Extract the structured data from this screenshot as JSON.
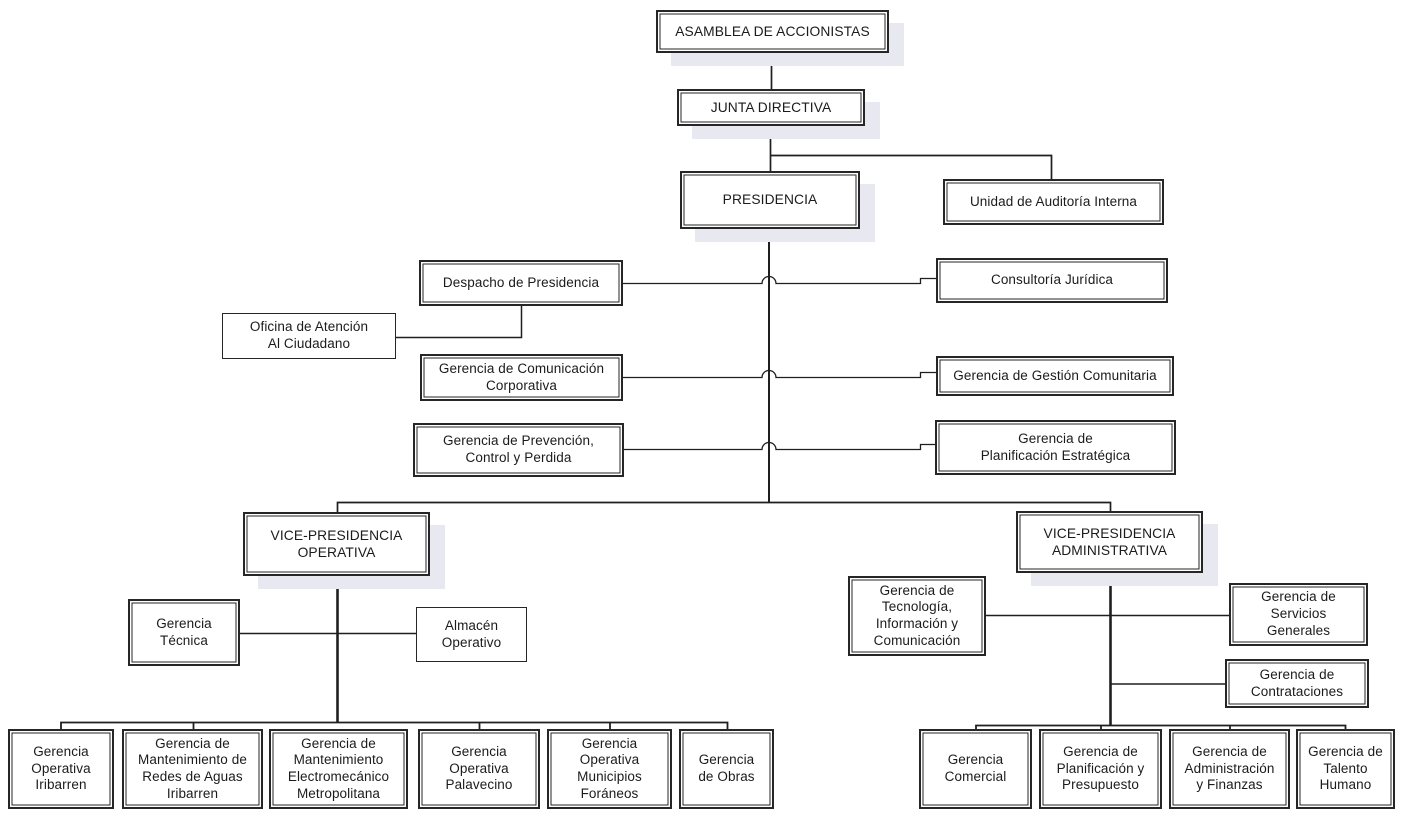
{
  "colors": {
    "background": "#ffffff",
    "box_border": "#262626",
    "text": "#1b1b1b",
    "connector": "#1f1f1f",
    "shadow": "#e8e8f0"
  },
  "org_chart": {
    "nodes": {
      "asamblea": {
        "label": "ASAMBLEA DE ACCIONISTAS"
      },
      "junta": {
        "label": "JUNTA DIRECTIVA"
      },
      "presidencia": {
        "label": "PRESIDENCIA"
      },
      "auditoria": {
        "label": "Unidad de Auditoría Interna"
      },
      "despacho": {
        "label": "Despacho de Presidencia"
      },
      "oficina": {
        "label": "Oficina de Atención\nAl Ciudadano"
      },
      "comunicacion": {
        "label": "Gerencia de Comunicación\nCorporativa"
      },
      "prevencion": {
        "label": "Gerencia de Prevención,\nControl y Perdida"
      },
      "consultoria": {
        "label": "Consultoría Jurídica"
      },
      "gestion": {
        "label": "Gerencia de Gestión Comunitaria"
      },
      "planif_estrategica": {
        "label": "Gerencia de\nPlanificación Estratégica"
      },
      "vp_operativa": {
        "label": "VICE-PRESIDENCIA\nOPERATIVA"
      },
      "vp_admin": {
        "label": "VICE-PRESIDENCIA\nADMINISTRATIVA"
      },
      "gtecnica": {
        "label": "Gerencia\nTécnica"
      },
      "almacen": {
        "label": "Almacén\nOperativo"
      },
      "gtic": {
        "label": "Gerencia de\nTecnología,\nInformación y\nComunicación"
      },
      "gservicios": {
        "label": "Gerencia de\nServicios\nGenerales"
      },
      "gcontrataciones": {
        "label": "Gerencia de\nContrataciones"
      },
      "go_iribarren": {
        "label": "Gerencia\nOperativa\nIribarren"
      },
      "gm_redes": {
        "label": "Gerencia de\nMantenimiento de\nRedes de Aguas\nIribarren"
      },
      "gm_electro": {
        "label": "Gerencia de\nMantenimiento\nElectromecánico\nMetropolitana"
      },
      "go_palavecino": {
        "label": "Gerencia\nOperativa\nPalavecino"
      },
      "go_municipios": {
        "label": "Gerencia\nOperativa\nMunicipios\nForáneos"
      },
      "gobras": {
        "label": "Gerencia\nde Obras"
      },
      "gcomercial": {
        "label": "Gerencia\nComercial"
      },
      "gplanif_presupuesto": {
        "label": "Gerencia de\nPlanificación y\nPresupuesto"
      },
      "gadmin_finanzas": {
        "label": "Gerencia de\nAdministración\ny Finanzas"
      },
      "gtalento": {
        "label": "Gerencia de\nTalento\nHumano"
      }
    }
  }
}
